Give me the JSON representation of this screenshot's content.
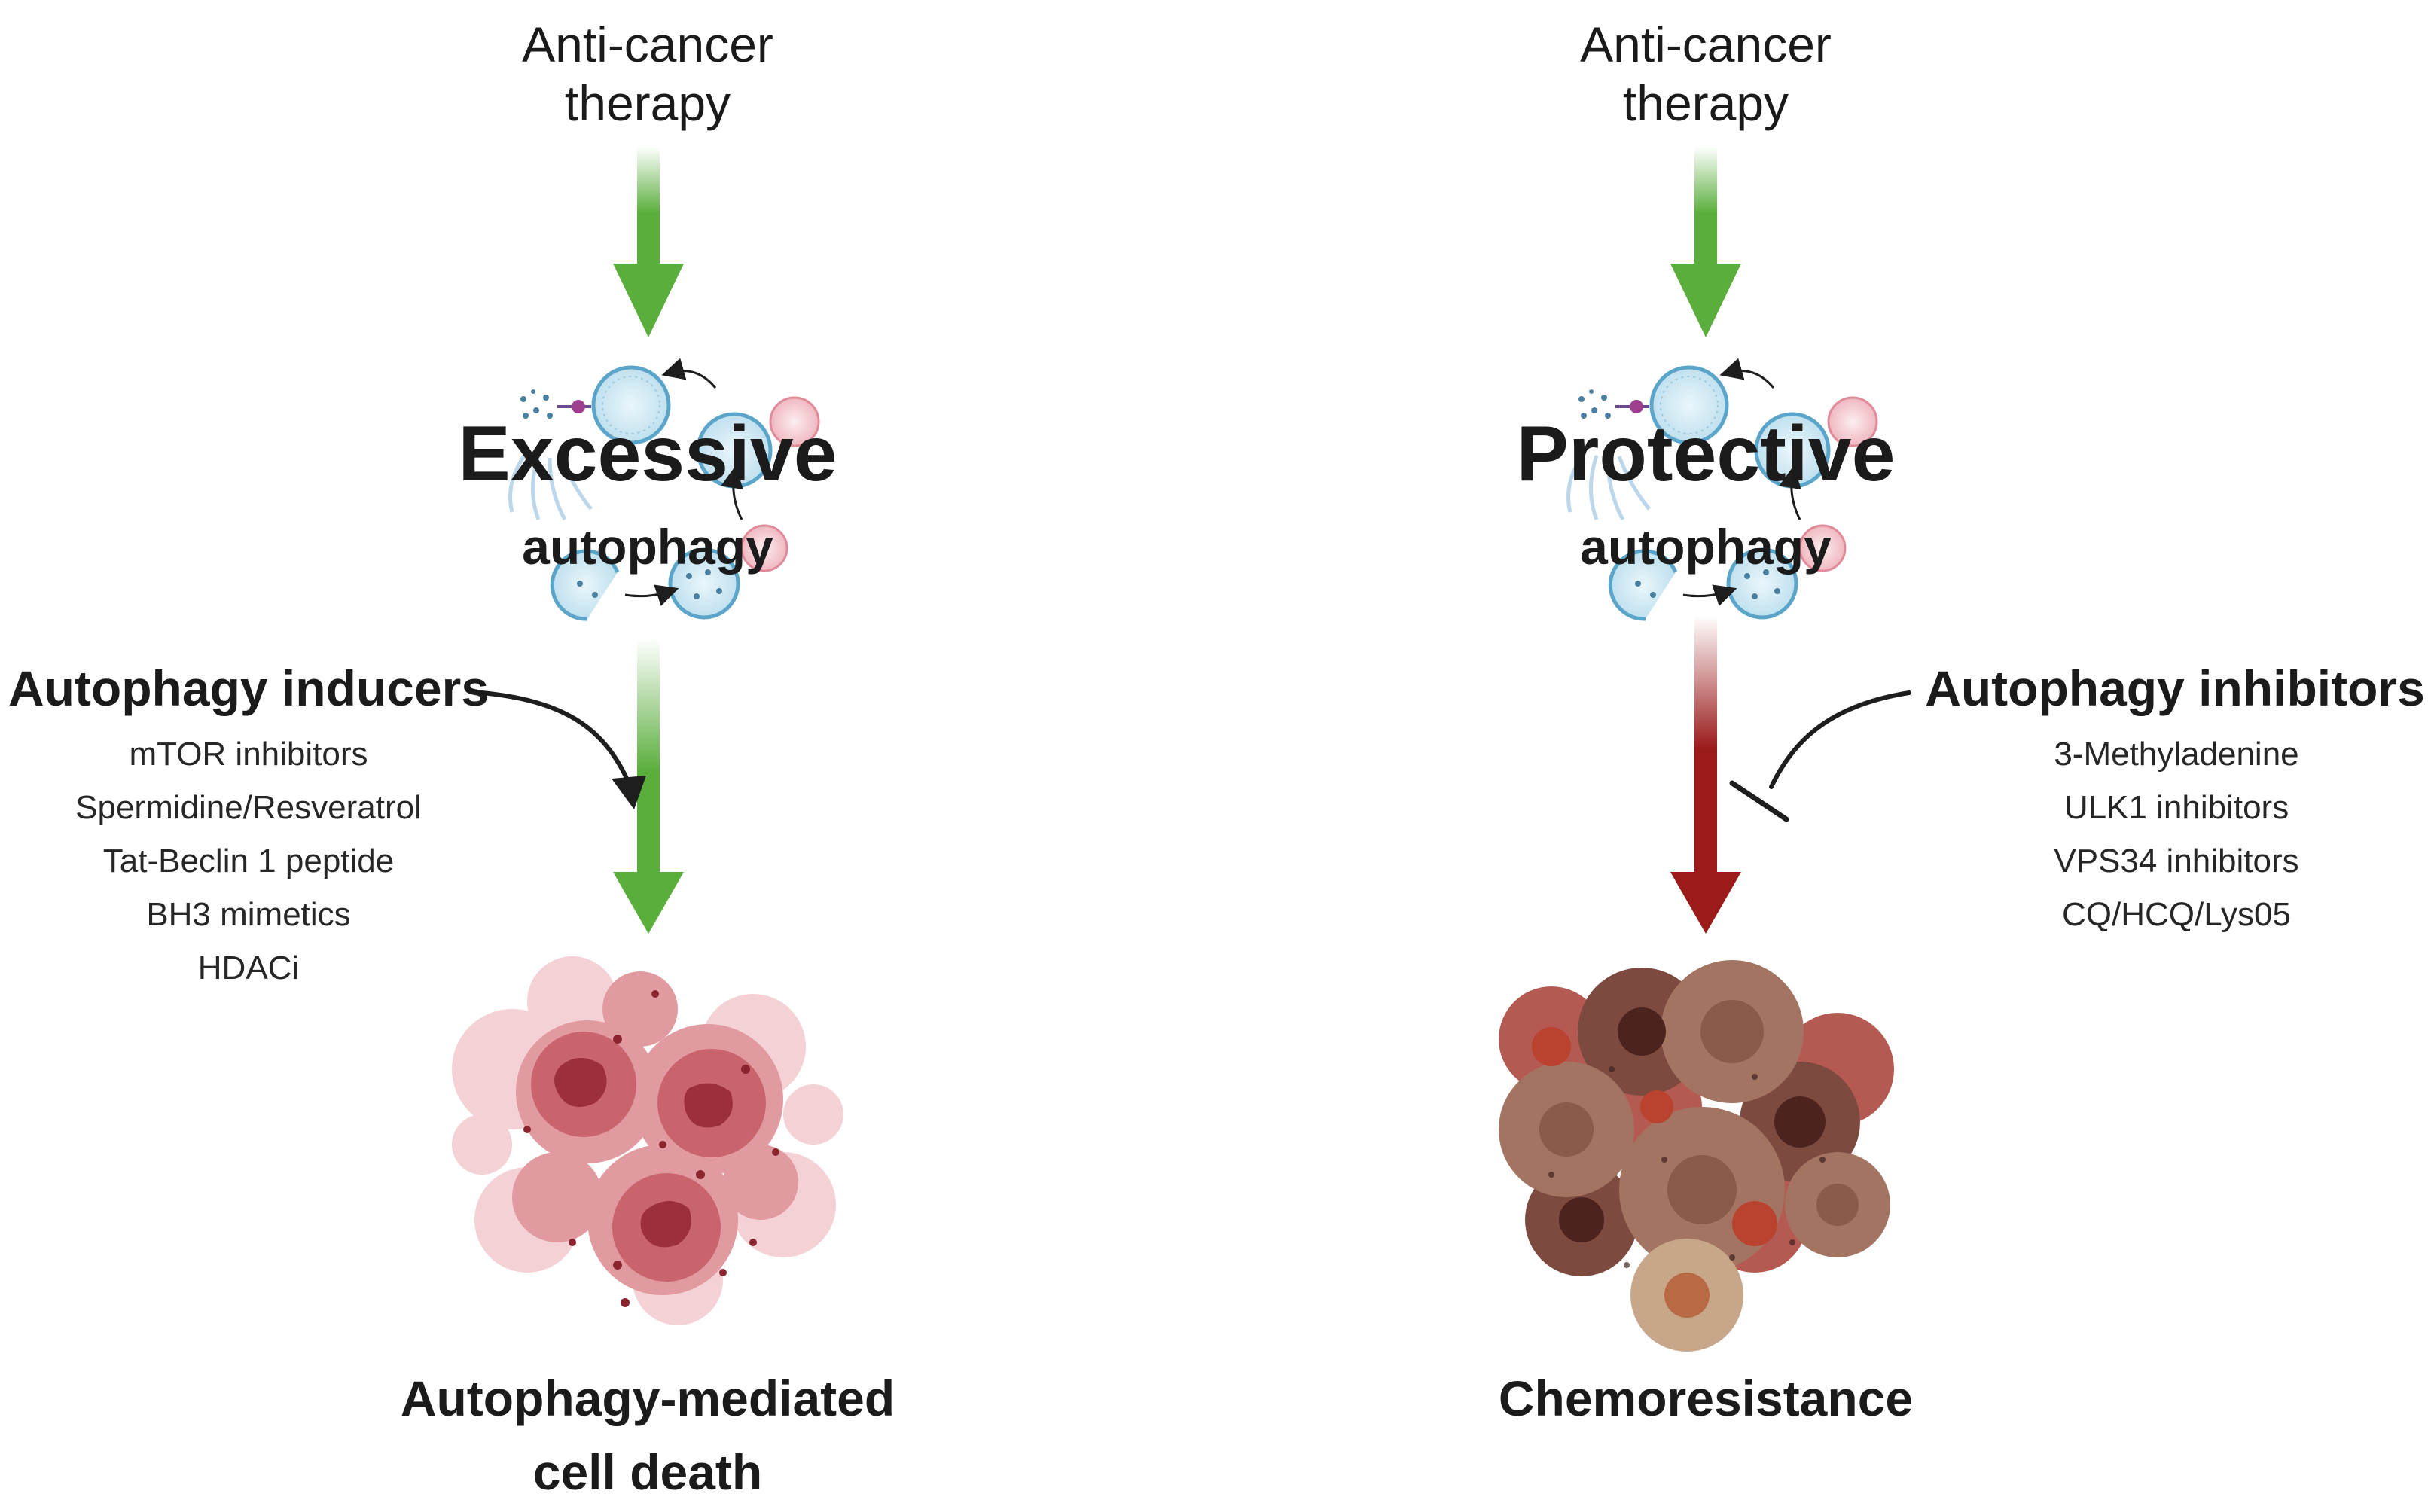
{
  "colors": {
    "green_arrow": "#5aae3c",
    "red_arrow": "#9b1b1b",
    "cell_death_pink": "#c9646c",
    "cell_resist_brown": "#8a5a4a"
  },
  "left": {
    "therapy": "Anti-cancer\ntherapy",
    "autophagy_title": "Excessive",
    "autophagy_sub": "autophagy",
    "modulator_heading": "Autophagy inducers",
    "modulators": [
      "mTOR inhibitors",
      "Spermidine/Resveratrol",
      "Tat-Beclin 1 peptide",
      "BH3 mimetics",
      "HDACi"
    ],
    "outcome": "Autophagy-mediated\ncell death"
  },
  "right": {
    "therapy": "Anti-cancer\ntherapy",
    "autophagy_title": "Protective",
    "autophagy_sub": "autophagy",
    "modulator_heading": "Autophagy inhibitors",
    "modulators": [
      "3-Methyladenine",
      "ULK1 inhibitors",
      "VPS34 inhibitors",
      "CQ/HCQ/Lys05"
    ],
    "outcome": "Chemoresistance"
  }
}
